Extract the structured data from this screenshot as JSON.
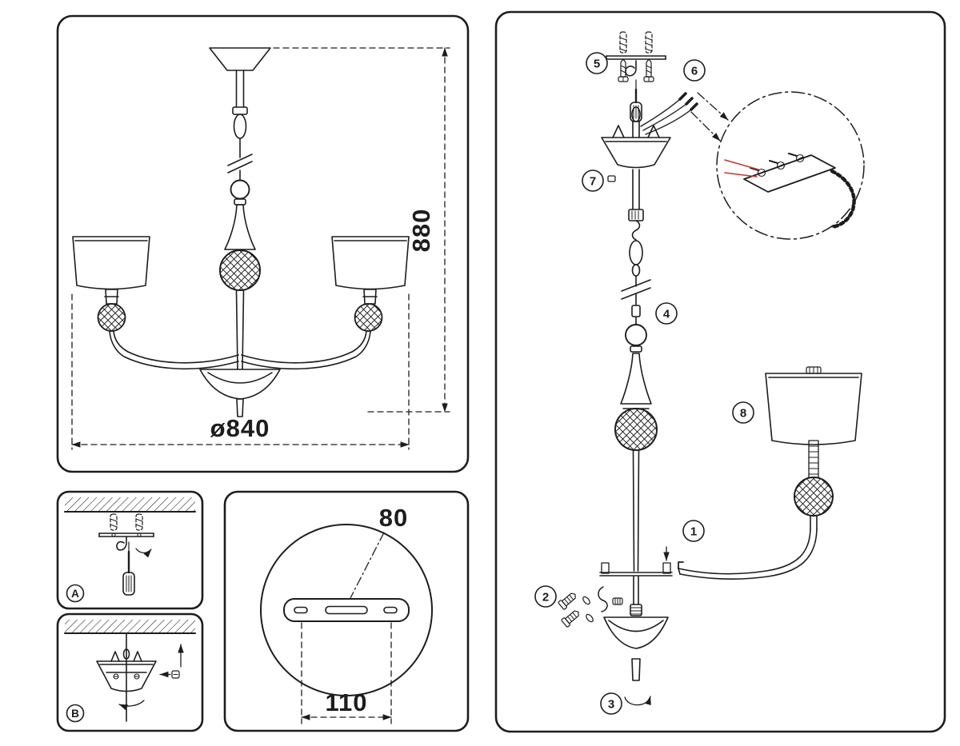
{
  "colors": {
    "ink": "#1d1d1f",
    "accent_red": "#c0392b",
    "paper": "#ffffff"
  },
  "overview_panel": {
    "height_dimension": "880",
    "diameter_dimension": "ø840"
  },
  "mounting_panel_a": {
    "badge": "A"
  },
  "mounting_panel_b": {
    "badge": "B"
  },
  "plate_panel": {
    "slot_dimension": "80",
    "spacing_dimension": "110"
  },
  "assembly_panel": {
    "steps": [
      "1",
      "2",
      "3",
      "4",
      "5",
      "6",
      "7",
      "8"
    ]
  }
}
